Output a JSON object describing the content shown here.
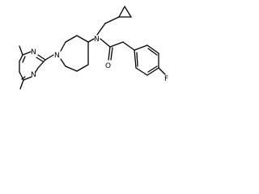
{
  "molecule": {
    "atoms": {
      "n_amide": "N",
      "n_piperidine": "N",
      "n_pyrimidine_1": "N",
      "n_pyrimidine_2": "N",
      "o_carbonyl": "O",
      "f_aryl": "F"
    },
    "colors": {
      "bond": "#000000",
      "label": "#000000",
      "background": "#ffffff"
    }
  }
}
